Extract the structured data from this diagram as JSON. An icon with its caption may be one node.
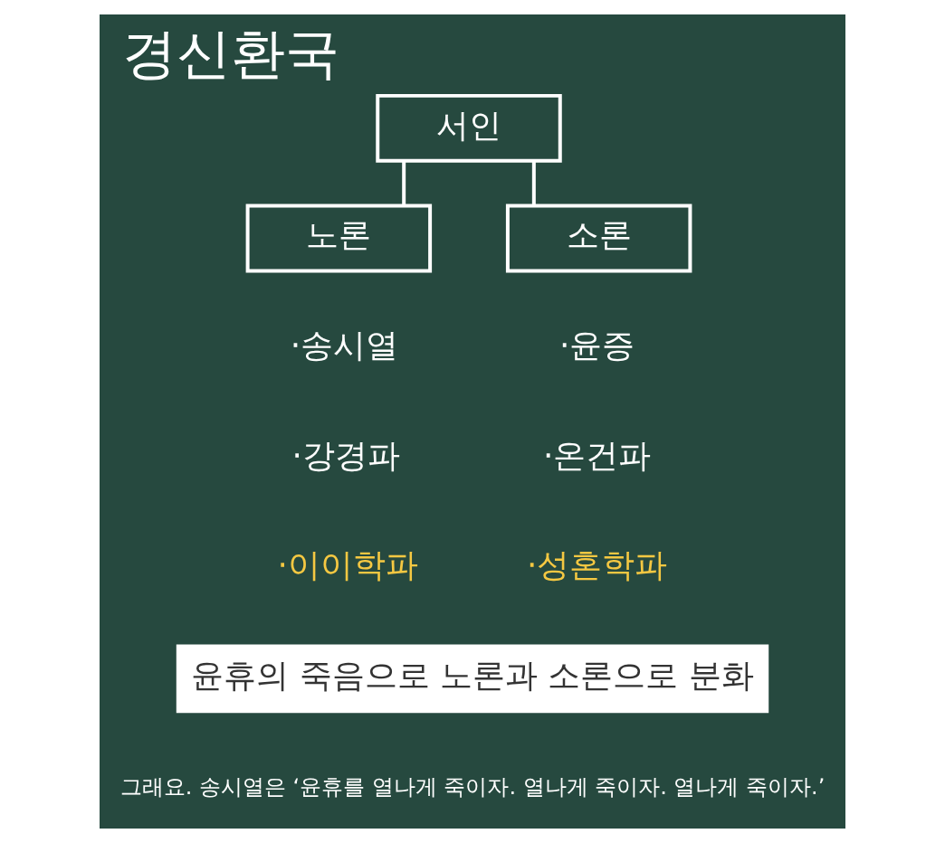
{
  "diagram": {
    "title": "경신환국",
    "nodes": [
      {
        "text": [
          "서인"
        ]
      },
      {
        "text": [
          "노론"
        ]
      },
      {
        "text": [
          "소론"
        ]
      },
      {
        "text": [
          "윤휴의 죽음으로 노론과 소론으로 분화"
        ]
      }
    ],
    "edges": [
      {
        "from": 0,
        "to": 1,
        "arrow": "none"
      },
      {
        "from": 0,
        "to": 2,
        "arrow": "none"
      }
    ],
    "labels": [
      "·송시열",
      "·윤증",
      "·강경파",
      "·온건파",
      "·이이학파",
      "·성혼학파",
      "그래요. 송시열은 ‘윤휴를 열나게 죽이자. 열나게 죽이자. 열나게 죽이자.’"
    ]
  }
}
